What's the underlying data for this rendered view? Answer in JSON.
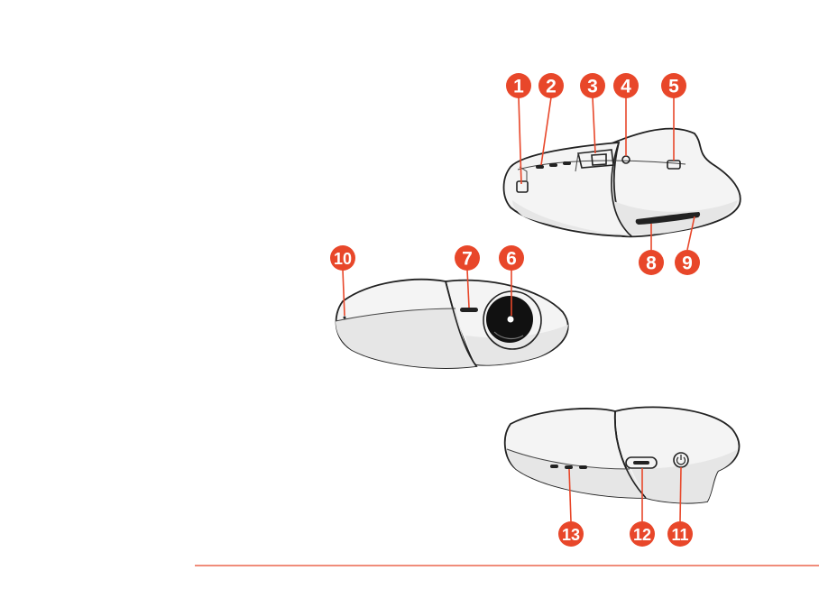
{
  "colors": {
    "accent": "#e8472a",
    "badge_text": "#ffffff",
    "outline": "#222222",
    "shell_light": "#f4f4f4",
    "shell_shade": "#e4e4e4"
  },
  "callouts": [
    {
      "id": "1",
      "label": "1"
    },
    {
      "id": "2",
      "label": "2"
    },
    {
      "id": "3",
      "label": "3"
    },
    {
      "id": "4",
      "label": "4"
    },
    {
      "id": "5",
      "label": "5"
    },
    {
      "id": "6",
      "label": "6"
    },
    {
      "id": "7",
      "label": "7"
    },
    {
      "id": "8",
      "label": "8"
    },
    {
      "id": "9",
      "label": "9"
    },
    {
      "id": "10",
      "label": "10"
    },
    {
      "id": "11",
      "label": "11"
    },
    {
      "id": "12",
      "label": "12"
    },
    {
      "id": "13",
      "label": "13"
    }
  ]
}
